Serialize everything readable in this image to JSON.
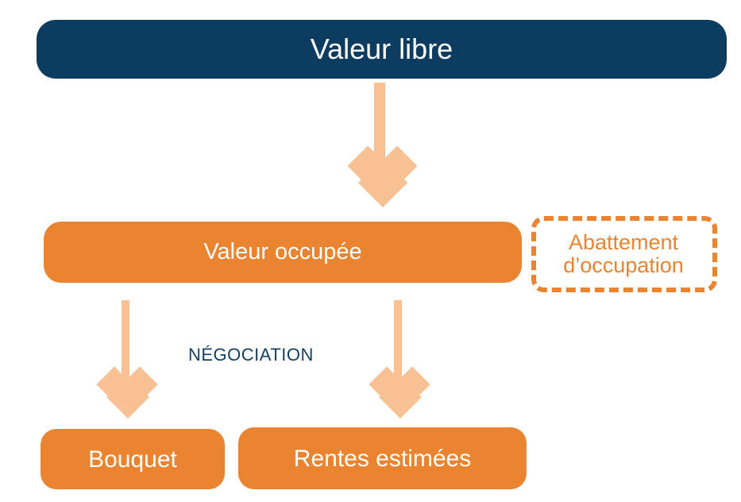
{
  "diagram": {
    "title": "Valeur libre / Valeur occupee - decomposition viager",
    "colors": {
      "navy": "#0d3c61",
      "orange": "#ea8430",
      "arrow_peach": "#f7c193",
      "label_navy": "#134063",
      "background": "#ffffff"
    },
    "nodes": [
      {
        "id": "valeur-libre",
        "label": "Valeur libre",
        "style": "navy-filled",
        "level": 1
      },
      {
        "id": "valeur-occupee",
        "label": "Valeur occupée",
        "style": "orange-filled",
        "level": 2
      },
      {
        "id": "abattement-occupation",
        "label_line1": "Abattement",
        "label_line2": "d’occupation",
        "style": "orange-dashed-outline",
        "level": 2
      },
      {
        "id": "bouquet",
        "label": "Bouquet",
        "style": "orange-filled",
        "level": 3
      },
      {
        "id": "rentes-estimees",
        "label": "Rentes estimées",
        "style": "orange-filled",
        "level": 3
      }
    ],
    "edges": [
      {
        "id": "edge-libre-to-occupee",
        "from": "valeur-libre",
        "to": "valeur-occupee",
        "label": "",
        "direction": "down"
      },
      {
        "id": "edge-occupee-to-bouquet",
        "from": "valeur-occupee",
        "to": "bouquet",
        "label": "",
        "direction": "down"
      },
      {
        "id": "edge-occupee-to-rentes",
        "from": "valeur-occupee",
        "to": "rentes-estimees",
        "label": "",
        "direction": "down"
      }
    ],
    "annotations": [
      {
        "id": "negociation",
        "text": "NÉGOCIATION"
      }
    ]
  }
}
